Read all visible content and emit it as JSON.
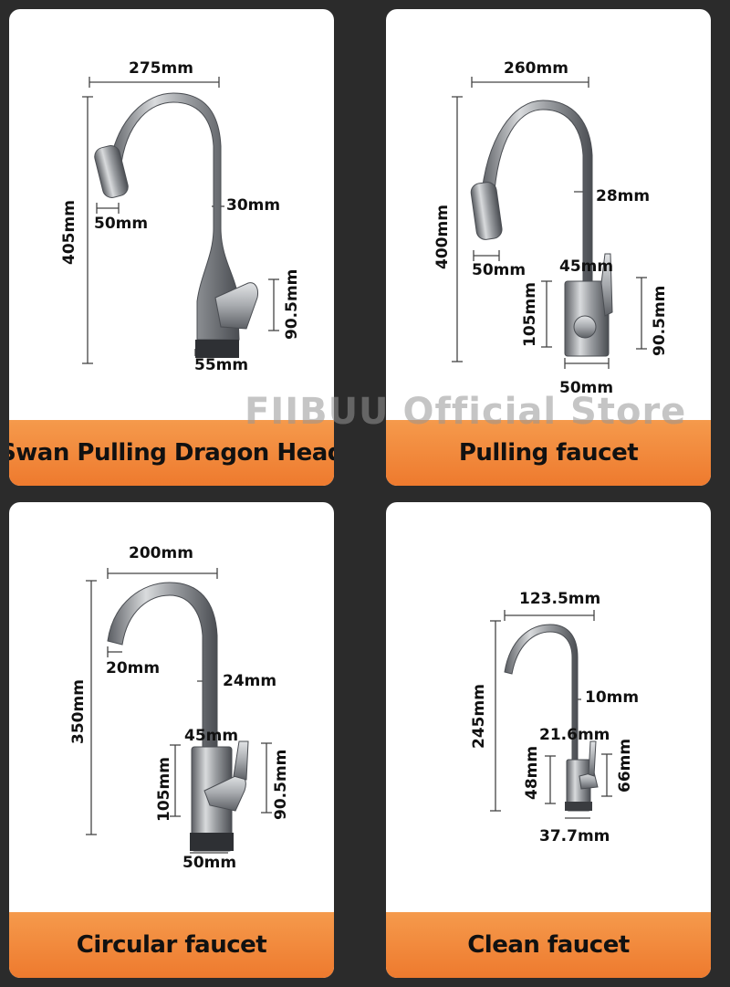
{
  "watermark": "FIIBUU Official Store",
  "cards": [
    {
      "title": "Swan Pulling Dragon Head",
      "dims": {
        "width": "275mm",
        "height": "405mm",
        "spray": "50mm",
        "neck": "30mm",
        "handle": "90.5mm",
        "base": "55mm"
      }
    },
    {
      "title": "Pulling faucet",
      "dims": {
        "width": "260mm",
        "height": "400mm",
        "spray": "50mm",
        "neck": "28mm",
        "body_dia": "45mm",
        "body_h": "105mm",
        "handle": "90.5mm",
        "base": "50mm"
      }
    },
    {
      "title": "Circular faucet",
      "dims": {
        "width": "200mm",
        "height": "350mm",
        "spout": "20mm",
        "neck": "24mm",
        "body_dia": "45mm",
        "body_h": "105mm",
        "handle": "90.5mm",
        "base": "50mm"
      }
    },
    {
      "title": "Clean faucet",
      "dims": {
        "width": "123.5mm",
        "height": "245mm",
        "neck": "10mm",
        "body_dia": "21.6mm",
        "body_h": "48mm",
        "handle": "66mm",
        "base": "37.7mm"
      }
    }
  ]
}
